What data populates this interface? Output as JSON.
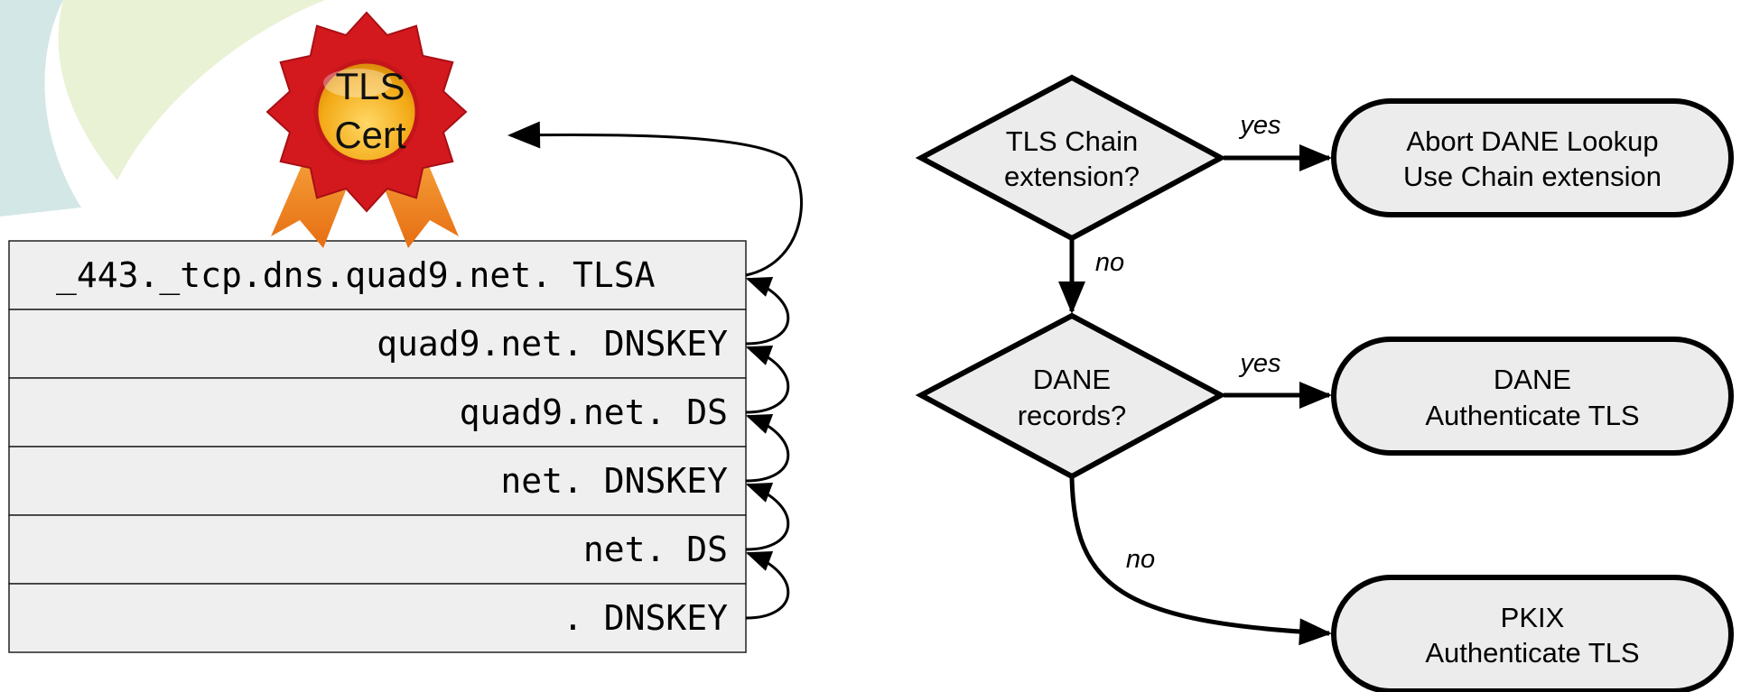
{
  "badge": {
    "line1": "TLS",
    "line2": "Cert"
  },
  "chain": [
    "_443._tcp.dns.quad9.net. TLSA",
    "quad9.net. DNSKEY",
    "quad9.net. DS",
    "net. DNSKEY",
    "net. DS",
    ". DNSKEY"
  ],
  "flow": {
    "decision1": {
      "line1": "TLS Chain",
      "line2": "extension?"
    },
    "decision2": {
      "line1": "DANE",
      "line2": "records?"
    },
    "result1": {
      "line1": "Abort DANE Lookup",
      "line2": "Use Chain extension"
    },
    "result2": {
      "line1": "DANE",
      "line2": "Authenticate TLS"
    },
    "result3": {
      "line1": "PKIX",
      "line2": "Authenticate TLS"
    },
    "labels": {
      "yes1": "yes",
      "no1": "no",
      "yes2": "yes",
      "no2": "no"
    }
  },
  "colors": {
    "row_fill": "#efefef",
    "node_fill": "#ececec",
    "stroke": "#000000",
    "badge_red": "#d3191e",
    "badge_gold": "#f6b21a",
    "ribbon_orange": "#f28a1c",
    "bg_teal": "#d3e8e6",
    "bg_green": "#e9f2d4"
  }
}
